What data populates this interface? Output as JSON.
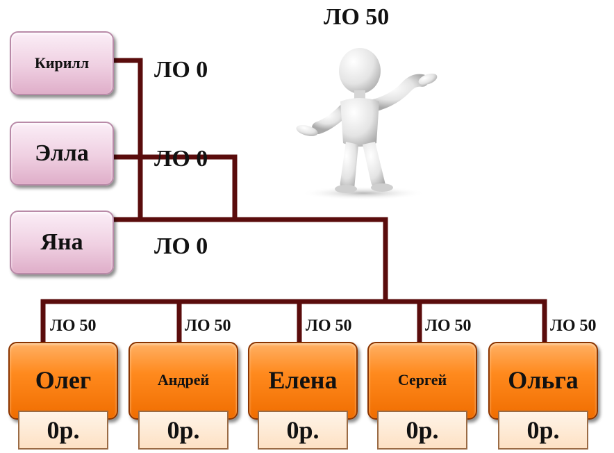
{
  "top_label": "ЛО 50",
  "sponsors": [
    {
      "name": "Кирилл",
      "lo": "ЛО 0"
    },
    {
      "name": "Элла",
      "lo": "ЛО 0"
    },
    {
      "name": "Яна",
      "lo": "ЛО 0"
    }
  ],
  "partners": [
    {
      "name": "Олег",
      "lo": "ЛО 50",
      "amount": "0р."
    },
    {
      "name": "Андрей",
      "lo": "ЛО 50",
      "amount": "0р."
    },
    {
      "name": "Елена",
      "lo": "ЛО 50",
      "amount": "0р."
    },
    {
      "name": "Сергей",
      "lo": "ЛО 50",
      "amount": "0р."
    },
    {
      "name": "Ольга",
      "lo": "ЛО 50",
      "amount": "0р."
    }
  ],
  "colors": {
    "line": "#5a0c0c",
    "partner_box": "#ff8a1e",
    "sponsor_box": "#efcfe1"
  },
  "icons": {
    "figure": "3d-person-presenting-icon"
  }
}
